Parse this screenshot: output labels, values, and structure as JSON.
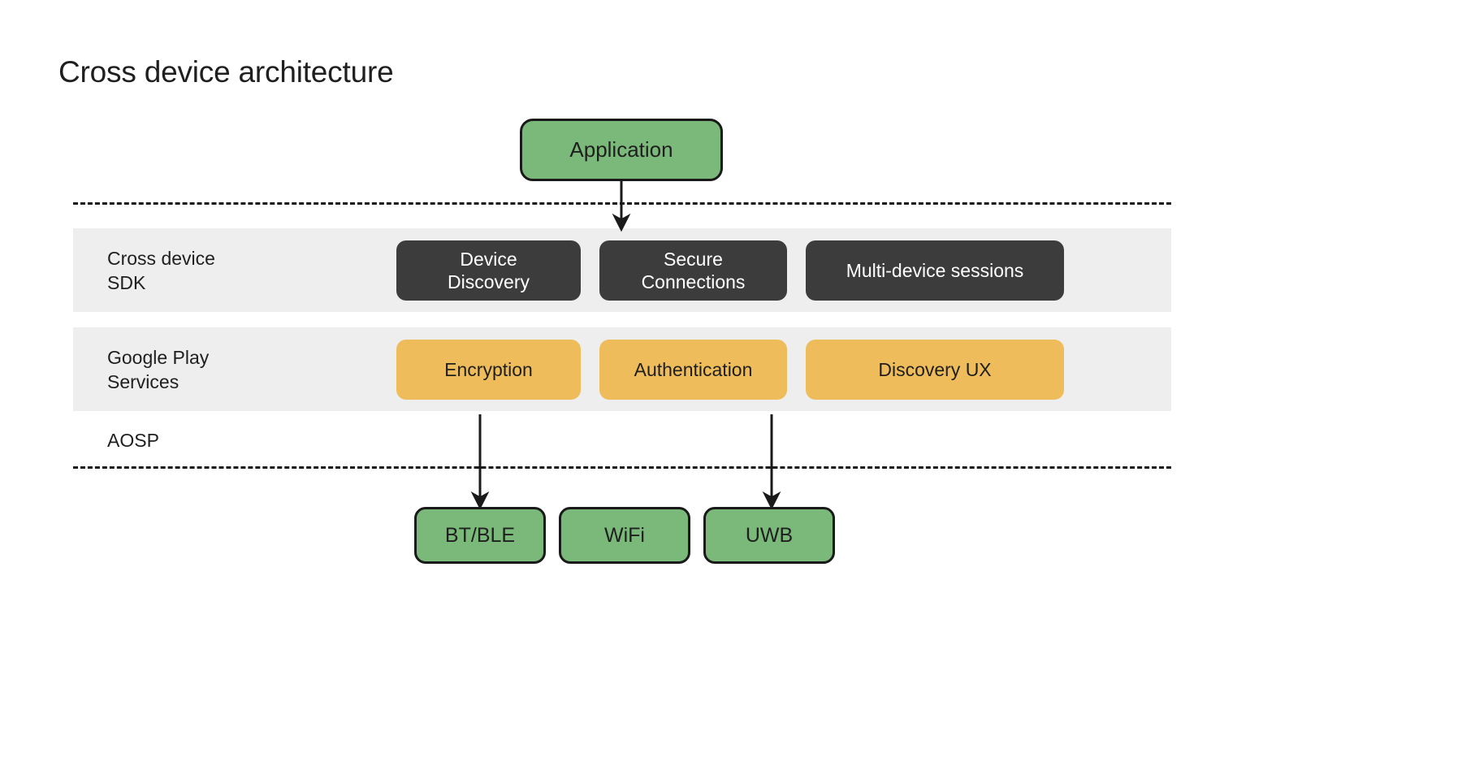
{
  "page": {
    "title": "Cross device architecture",
    "background": "#ffffff"
  },
  "colors": {
    "green": "#7ab97a",
    "dark_chip": "#3c3c3c",
    "amber_chip": "#eebc5a",
    "band_gray": "#eeeeee",
    "stroke": "#1a1a1a",
    "text": "#1f1f1f"
  },
  "top": {
    "application": "Application"
  },
  "layers": [
    {
      "label": "Cross device\nSDK",
      "style": "dark",
      "items": [
        {
          "label": "Device\nDiscovery"
        },
        {
          "label": "Secure\nConnections"
        },
        {
          "label": "Multi-device sessions"
        }
      ]
    },
    {
      "label": "Google Play\nServices",
      "style": "amber",
      "items": [
        {
          "label": "Encryption"
        },
        {
          "label": "Authentication"
        },
        {
          "label": "Discovery UX"
        }
      ]
    }
  ],
  "aosp": {
    "label": "AOSP"
  },
  "transports": [
    {
      "label": "BT/BLE"
    },
    {
      "label": "WiFi"
    },
    {
      "label": "UWB"
    }
  ]
}
